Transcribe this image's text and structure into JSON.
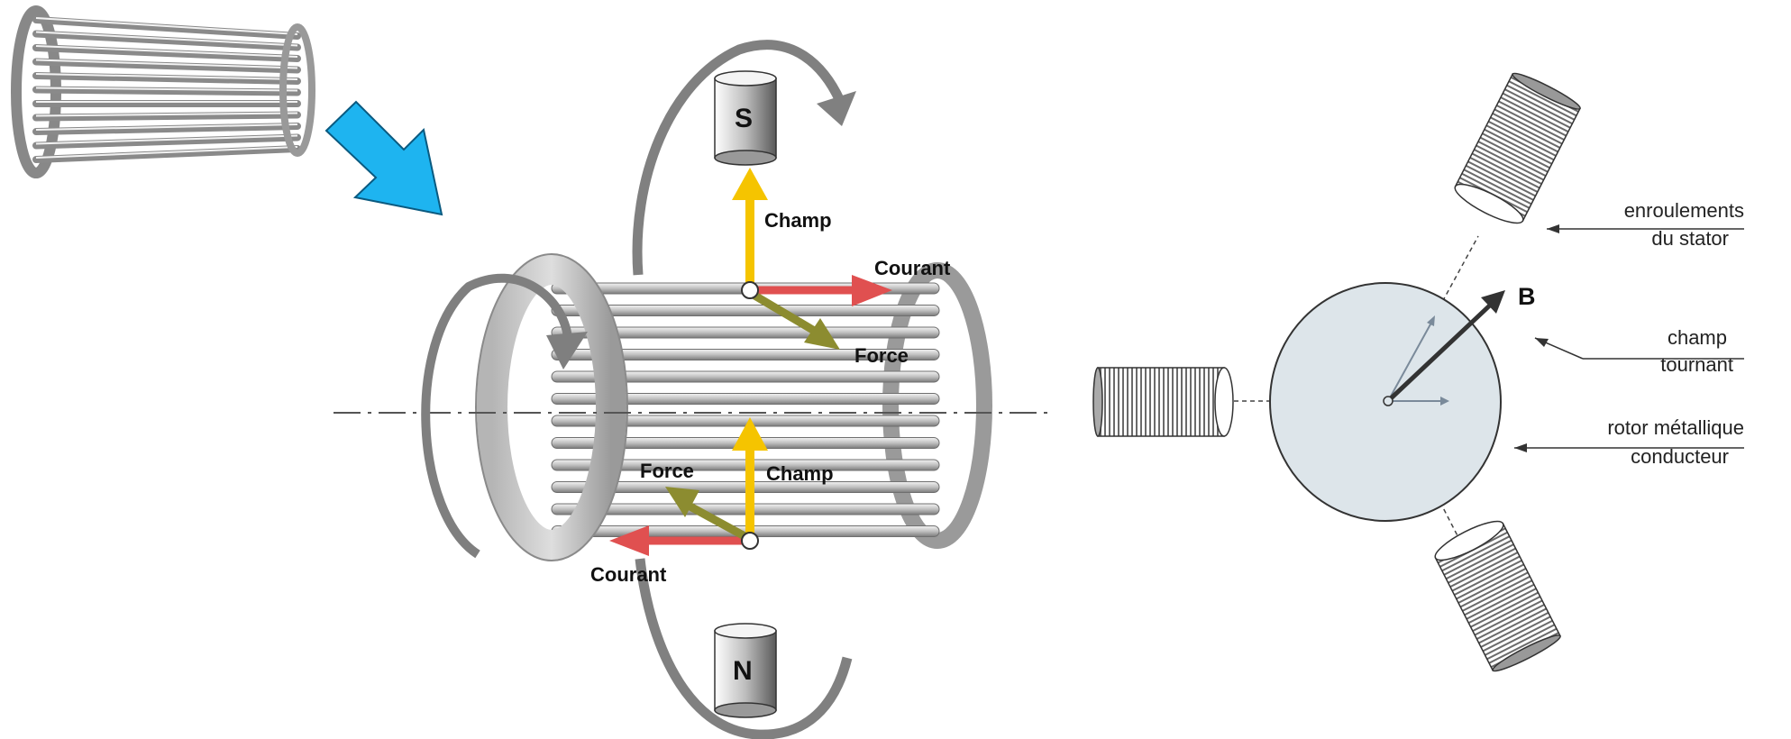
{
  "magnets": {
    "top": "S",
    "bottom": "N"
  },
  "cage_labels": {
    "champ_top": "Champ",
    "courant_top": "Courant",
    "force_top": "Force",
    "force_bottom": "Force",
    "champ_bottom": "Champ",
    "courant_bottom": "Courant"
  },
  "stator_diagram": {
    "field_vector": "B",
    "label_stator_1": "enroulements",
    "label_stator_2": "du stator",
    "label_field_1": "champ",
    "label_field_2": "tournant",
    "label_rotor_1": "rotor métallique",
    "label_rotor_2": "conducteur"
  },
  "colors": {
    "field_arrow": "#f5c400",
    "current_arrow": "#e05050",
    "force_arrow": "#8c8c30",
    "pointer_arrow": "#1eb4f0",
    "rotation_arrow": "#7f7f7f",
    "rotor_disc": "#dde5ea"
  }
}
